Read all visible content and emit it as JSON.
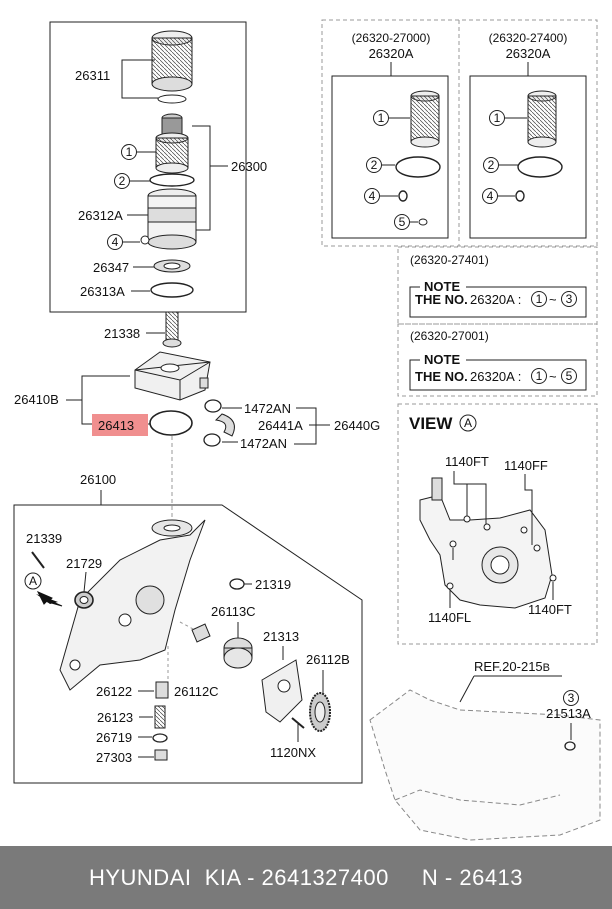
{
  "labels": {
    "p26311": "26311",
    "p26300": "26300",
    "p26312A": "26312A",
    "p26347": "26347",
    "p26313A": "26313A",
    "p21338": "21338",
    "p26410B": "26410B",
    "p26413": "26413",
    "p1472AN_a": "1472AN",
    "p26441A": "26441A",
    "p26440G": "26440G",
    "p1472AN_b": "1472AN",
    "p26100": "26100",
    "p21339": "21339",
    "p21729": "21729",
    "p21319": "21319",
    "p26113C": "26113C",
    "p21313": "21313",
    "p26112B": "26112B",
    "p26122": "26122",
    "p26112C": "26112C",
    "p26123": "26123",
    "p26719": "26719",
    "p1120NX": "1120NX",
    "p27303": "27303",
    "ref": "REF.20-215",
    "ref_suffix": "B",
    "p21513A": "21513A",
    "c1": "1",
    "c2": "2",
    "c3": "3",
    "c4": "4",
    "c5": "5",
    "cA": "A"
  },
  "kits": [
    {
      "code": "(26320-27000)",
      "name": "26320A"
    },
    {
      "code": "(26320-27400)",
      "name": "26320A"
    }
  ],
  "notes": [
    {
      "code": "(26320-27401)",
      "title": "NOTE",
      "prefix": "THE NO.",
      "part": "26320A :",
      "from": "1",
      "tilde": "~",
      "to": "3"
    },
    {
      "code": "(26320-27001)",
      "title": "NOTE",
      "prefix": "THE NO.",
      "part": "26320A :",
      "from": "1",
      "tilde": "~",
      "to": "5"
    }
  ],
  "view": {
    "title": "VIEW",
    "marker": "A",
    "bolts": {
      "tl": "1140FT",
      "tr": "1140FF",
      "bl": "1140FL",
      "br": "1140FT"
    }
  },
  "footer": "HYUNDAI  KIA - 2641327400     N - 26413",
  "colors": {
    "highlight": "#f08f8f",
    "footer_bg": "#7a7a7a",
    "dash": "#999999"
  }
}
